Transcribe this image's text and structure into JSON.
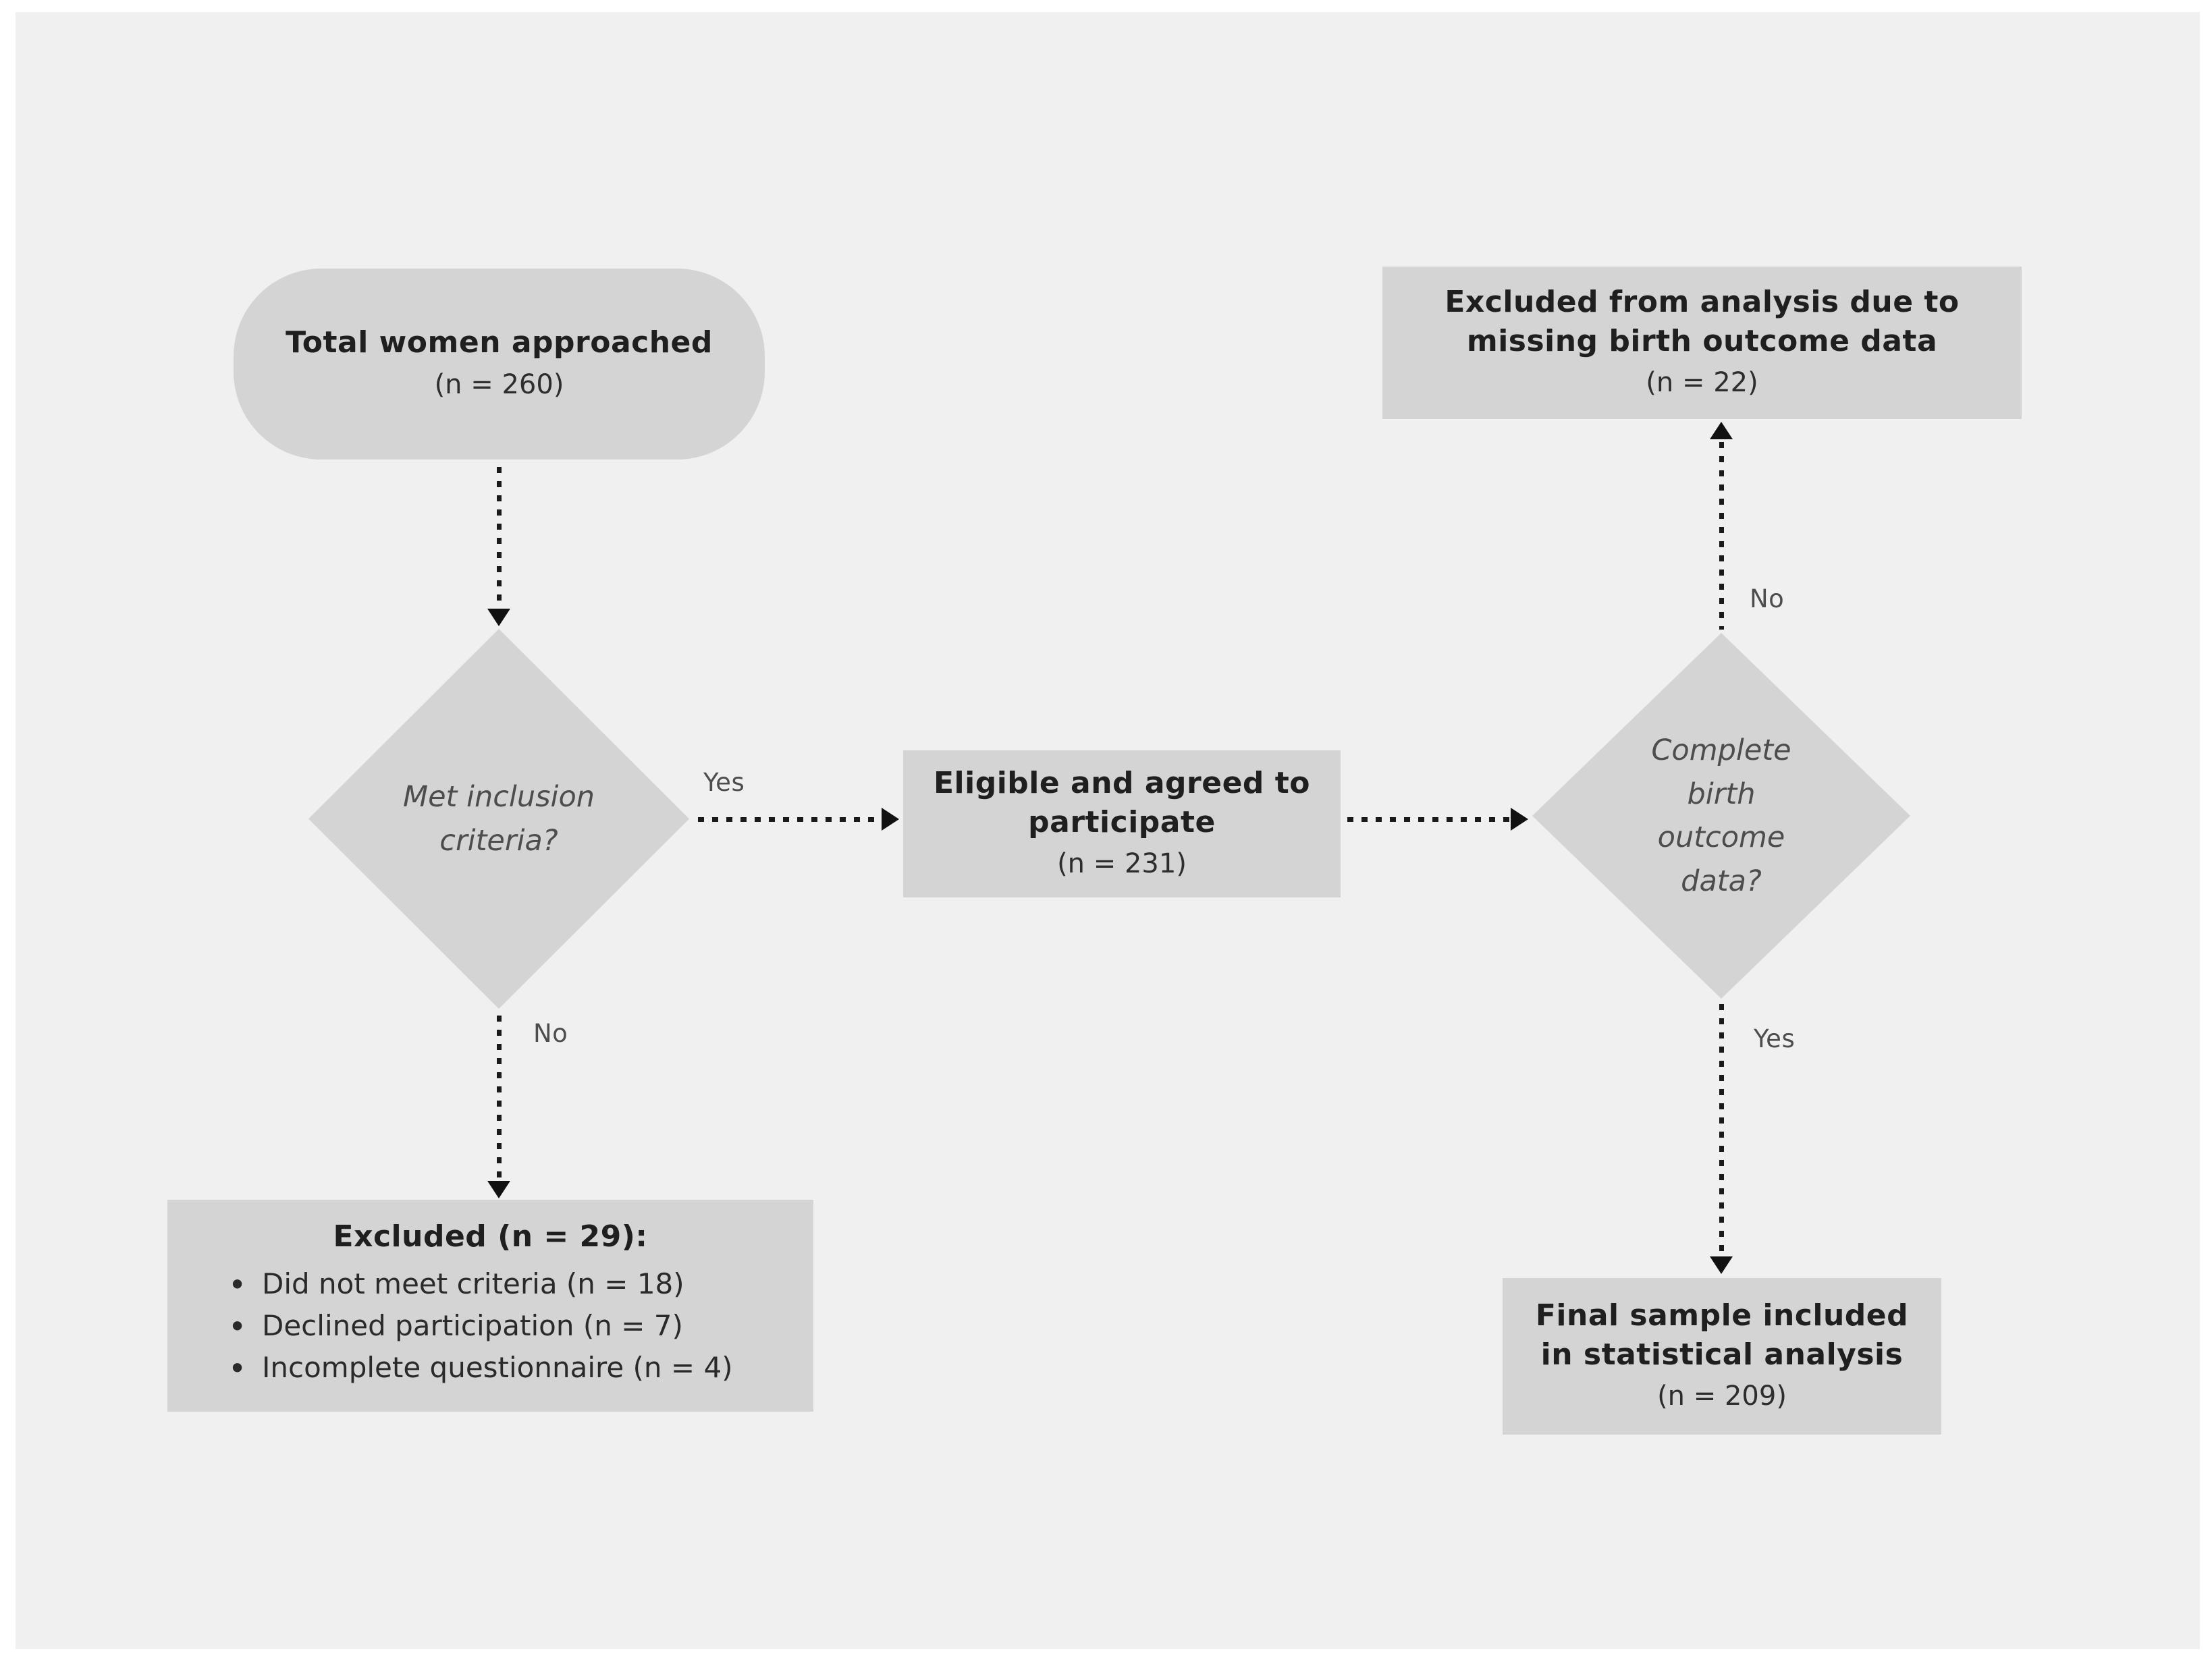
{
  "page": {
    "background": "#ffffff",
    "panel_background": "#f0f0f0"
  },
  "diagram": {
    "type": "flowchart",
    "colors": {
      "node_fill": "#d4d4d4",
      "title_text": "#1f1f1f",
      "body_text": "#2d2d2d",
      "question_text": "#4d4d4d",
      "edge_label_text": "#4d4d4d",
      "arrow": "#1a1a1a"
    },
    "nodes": {
      "total_women": {
        "title": "Total women approached",
        "sub": "(n = 260)"
      },
      "met_inclusion": {
        "question": "Met inclusion criteria?"
      },
      "eligible": {
        "title": "Eligible and agreed to participate",
        "sub": "(n = 231)"
      },
      "excluded": {
        "title": "Excluded (n = 29):",
        "items": [
          "Did not meet criteria (n = 18)",
          "Declined participation (n = 7)",
          "Incomplete questionnaire (n = 4)"
        ]
      },
      "complete_birth": {
        "question": "Complete birth outcome data?"
      },
      "excluded_analysis": {
        "title": "Excluded from analysis due to missing birth outcome data",
        "sub": "(n = 22)"
      },
      "final_sample": {
        "title": "Final sample included in statistical analysis",
        "sub": "(n = 209)"
      }
    },
    "edges": {
      "met_yes": "Yes",
      "met_no": "No",
      "complete_no": "No",
      "complete_yes": "Yes"
    }
  }
}
